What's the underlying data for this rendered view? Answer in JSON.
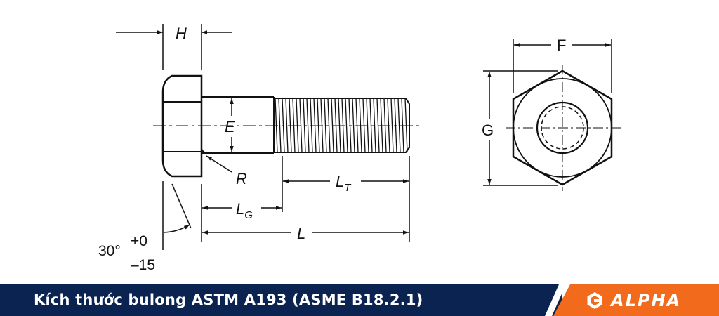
{
  "drawing": {
    "labels": {
      "H": "H",
      "E": "E",
      "R": "R",
      "LT_base": "L",
      "LT_sub": "T",
      "LG_base": "L",
      "LG_sub": "G",
      "L": "L",
      "angle": "30°",
      "tol_plus": "+0",
      "tol_minus": "–15",
      "F": "F",
      "G": "G"
    }
  },
  "banner": {
    "title": "Kích thước bulong ASTM A193 (ASME B18.2.1)",
    "brand": "ALPHA",
    "colors": {
      "dark": "#0b2350",
      "accent": "#f26b1d",
      "text": "#ffffff"
    }
  }
}
